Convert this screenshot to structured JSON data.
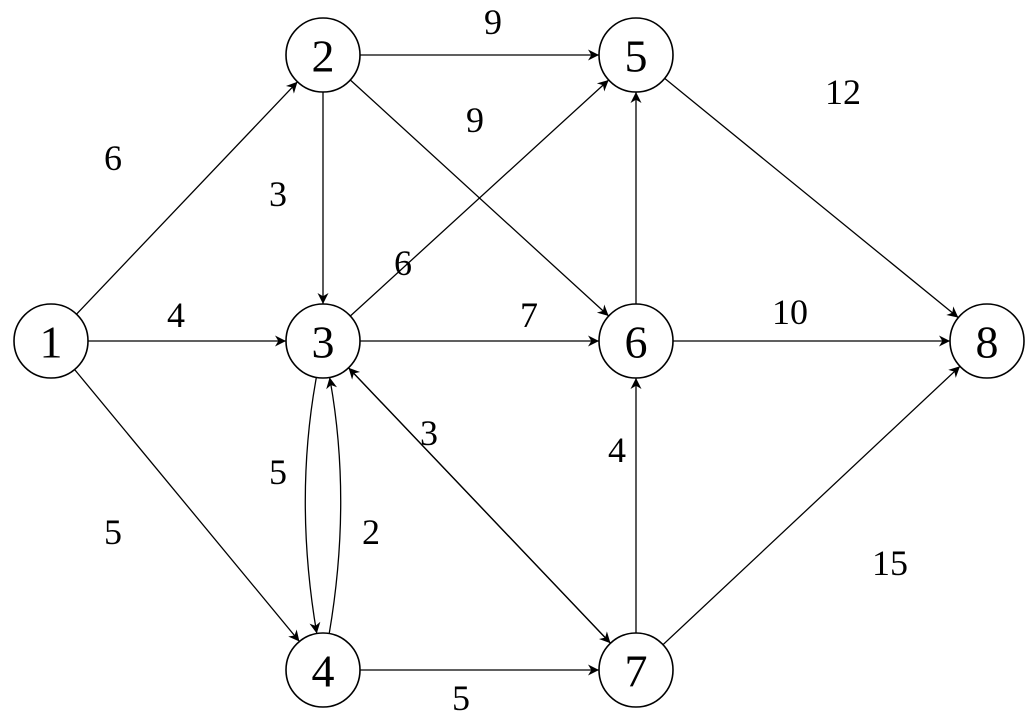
{
  "nodes": [
    {
      "id": "1",
      "label": "1"
    },
    {
      "id": "2",
      "label": "2"
    },
    {
      "id": "3",
      "label": "3"
    },
    {
      "id": "4",
      "label": "4"
    },
    {
      "id": "5",
      "label": "5"
    },
    {
      "id": "6",
      "label": "6"
    },
    {
      "id": "7",
      "label": "7"
    },
    {
      "id": "8",
      "label": "8"
    }
  ],
  "edges": [
    {
      "from": "1",
      "to": "2",
      "weight": "6"
    },
    {
      "from": "1",
      "to": "3",
      "weight": "4"
    },
    {
      "from": "1",
      "to": "4",
      "weight": "5"
    },
    {
      "from": "2",
      "to": "3",
      "weight": "3"
    },
    {
      "from": "2",
      "to": "5",
      "weight": "9"
    },
    {
      "from": "2",
      "to": "6",
      "weight": "9"
    },
    {
      "from": "3",
      "to": "4",
      "weight": "5"
    },
    {
      "from": "4",
      "to": "3",
      "weight": "2"
    },
    {
      "from": "3",
      "to": "5",
      "weight": "6"
    },
    {
      "from": "3",
      "to": "6",
      "weight": "7"
    },
    {
      "from": "7",
      "to": "3",
      "weight": "3"
    },
    {
      "from": "3",
      "to": "7",
      "weight": "3"
    },
    {
      "from": "4",
      "to": "7",
      "weight": "5"
    },
    {
      "from": "6",
      "to": "5",
      "weight": ""
    },
    {
      "from": "5",
      "to": "8",
      "weight": "12"
    },
    {
      "from": "6",
      "to": "8",
      "weight": "10"
    },
    {
      "from": "7",
      "to": "6",
      "weight": "4"
    },
    {
      "from": "7",
      "to": "8",
      "weight": "15"
    }
  ],
  "colors": {
    "stroke": "#000000",
    "fill": "#ffffff"
  }
}
